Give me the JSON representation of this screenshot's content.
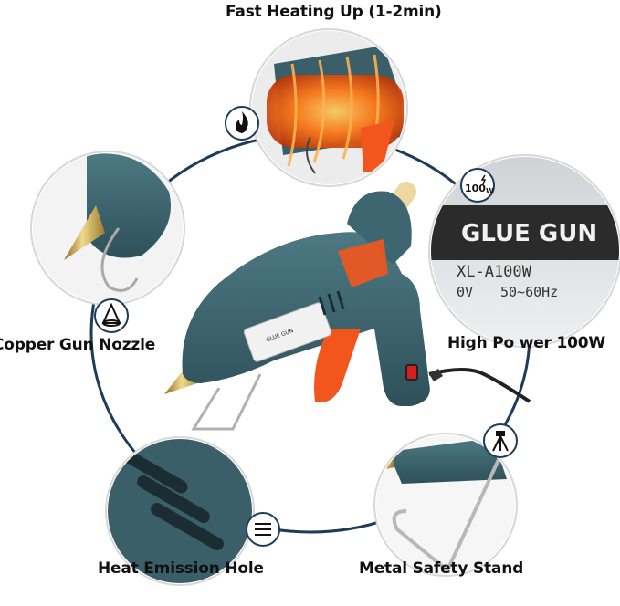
{
  "features": [
    {
      "label": "Fast Heating Up (1-2min)",
      "icon": "flame-icon"
    },
    {
      "label": "Copper Gun Nozzle",
      "icon": "cone-icon"
    },
    {
      "label": "High  Po wer 100W",
      "icon": "power-100w-icon"
    },
    {
      "label": "Heat Emission Hole",
      "icon": "vent-lines-icon"
    },
    {
      "label": "Metal Safety Stand",
      "icon": "tripod-icon"
    }
  ],
  "power_badge": {
    "value": "100",
    "unit": "W"
  },
  "product_label": {
    "brand": "GLUE GUN",
    "model": "XL-A100W",
    "voltage": "0V",
    "frequency": "50~60Hz"
  },
  "gun_body_text": "GLUE GUN",
  "colors": {
    "body": "#3e6670",
    "body_dark": "#2c4d56",
    "trigger": "#f2561d",
    "glue_stick": "#ecd9a0",
    "nozzle": "#c9a24a",
    "ring": "#1e3b58",
    "heat": "#ff7a1a"
  }
}
